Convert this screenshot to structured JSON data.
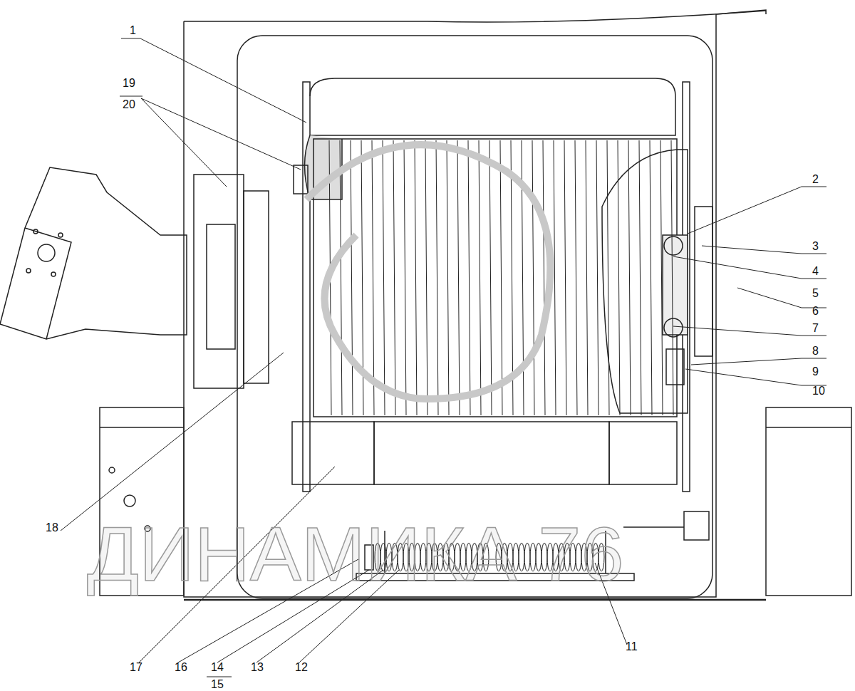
{
  "diagram": {
    "labels": [
      "1",
      "19",
      "20",
      "2",
      "3",
      "4",
      "5",
      "6",
      "7",
      "8",
      "9",
      "10",
      "18",
      "17",
      "16",
      "14",
      "15",
      "13",
      "12",
      "11",
      "ДИНАМИКА 76"
    ]
  }
}
